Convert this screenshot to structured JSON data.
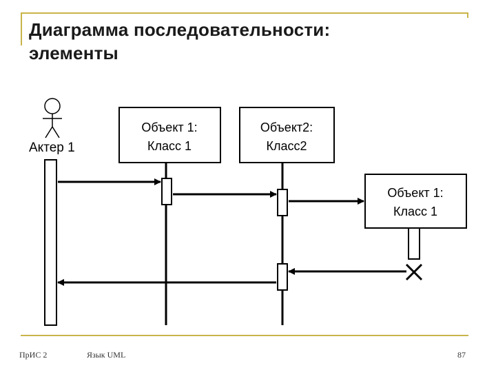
{
  "slide": {
    "title_line1": "Диаграмма последовательности:",
    "title_line2": "элементы"
  },
  "diagram": {
    "actor_label": "Актер 1",
    "objects": [
      {
        "line1": "Объект 1:",
        "line2": "Класс 1"
      },
      {
        "line1": "Объект2:",
        "line2": "Класс2"
      },
      {
        "line1": "Объект 1:",
        "line2": "Класс 1"
      }
    ]
  },
  "footer": {
    "left": "ПрИС 2",
    "middle": "Язык UML",
    "page": "87"
  },
  "colors": {
    "frame": "#c8b44a",
    "ink": "#000000"
  }
}
